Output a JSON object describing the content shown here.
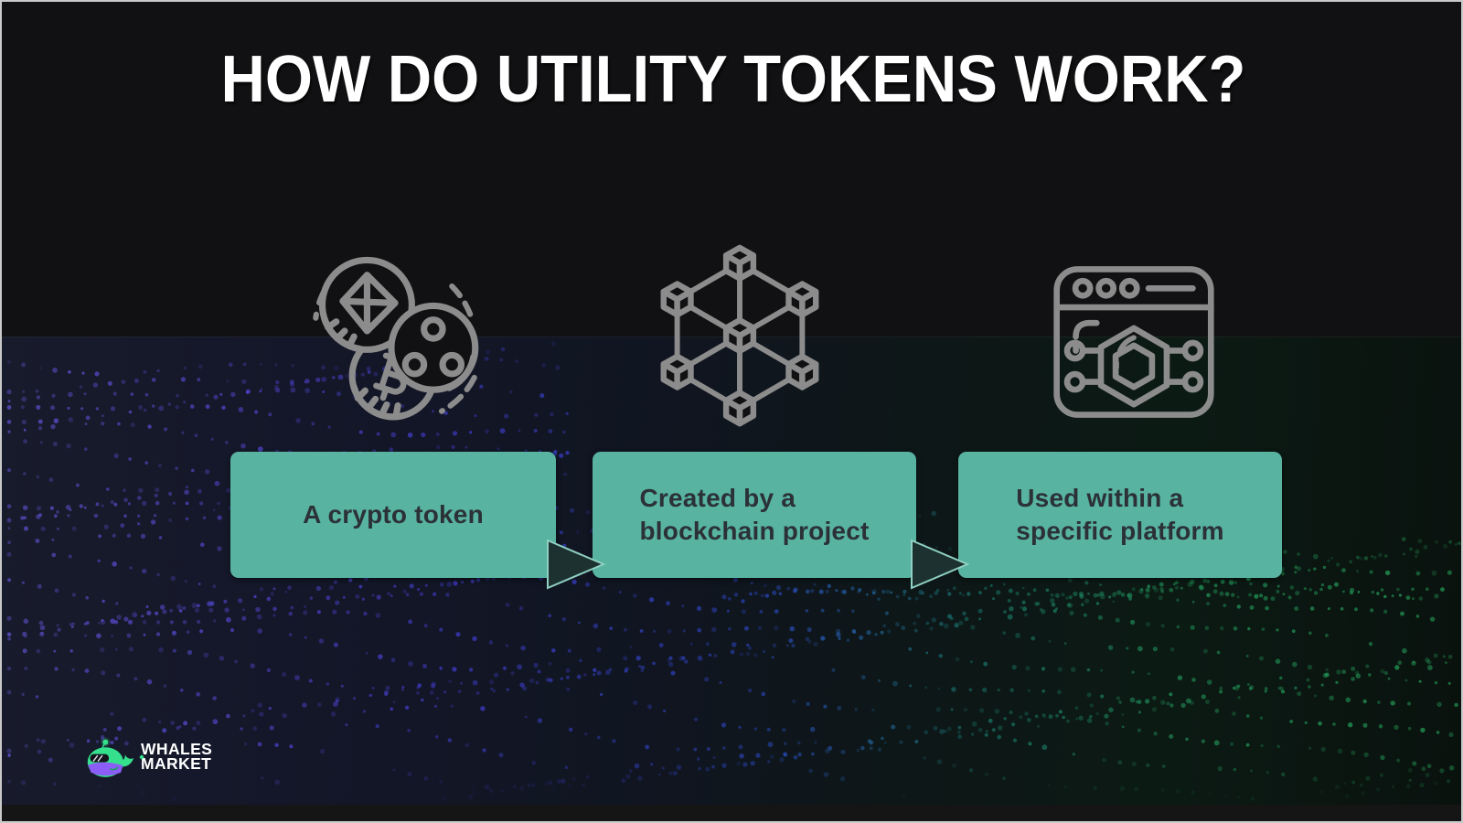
{
  "title": "HOW DO UTILITY TOKENS WORK?",
  "steps": [
    {
      "label": "A crypto token",
      "icon": "crypto-coins-icon"
    },
    {
      "label": "Created by a\nblockchain project",
      "icon": "blockchain-network-icon"
    },
    {
      "label": "Used within a\nspecific platform",
      "icon": "platform-browser-icon"
    }
  ],
  "logo": {
    "name_line1": "WHALES",
    "name_line2": "MARKET"
  },
  "colors": {
    "background": "#111113",
    "box_teal": "#58b3a1",
    "box_text": "#2b3137",
    "icon_gray": "#8c8c8c",
    "title_white": "#ffffff",
    "arrow_dark": "#1d3230",
    "dot_purple": "#6658e8",
    "dot_blue": "#2c49c9",
    "dot_green": "#27b05f",
    "logo_green": "#35e08c",
    "logo_purple": "#8b5cf6"
  }
}
